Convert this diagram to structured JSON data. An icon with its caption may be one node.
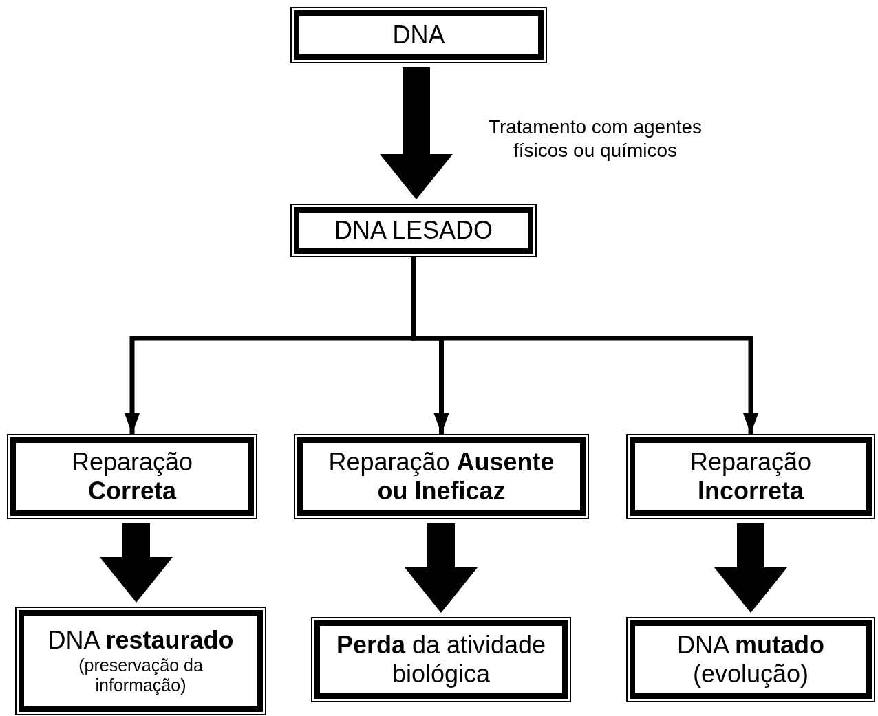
{
  "diagram": {
    "nodes": [
      {
        "text": [
          "DNA"
        ]
      },
      {
        "text": [
          "DNA LESADO"
        ]
      },
      {
        "text": [
          "Reparação **Correta**"
        ]
      },
      {
        "text": [
          "Reparação **Ausente ou Ineficaz**"
        ]
      },
      {
        "text": [
          "Reparação **Incorreta**"
        ]
      },
      {
        "text": [
          "DNA **restaurado**",
          "(preservação da informação)"
        ]
      },
      {
        "text": [
          "**Perda** da atividade biológica"
        ]
      },
      {
        "text": [
          "DNA **mutado**",
          "(evolução)"
        ]
      }
    ],
    "edges": [
      {
        "from": 0,
        "to": 1,
        "arrow": "to"
      },
      {
        "from": 1,
        "to": 2,
        "arrow": "to"
      },
      {
        "from": 1,
        "to": 3,
        "arrow": "to"
      },
      {
        "from": 1,
        "to": 4,
        "arrow": "to"
      },
      {
        "from": 2,
        "to": 5,
        "arrow": "to"
      },
      {
        "from": 3,
        "to": 6,
        "arrow": "to"
      },
      {
        "from": 4,
        "to": 7,
        "arrow": "to"
      }
    ],
    "labels": [
      "Tratamento com agentes físicos ou químicos"
    ]
  }
}
